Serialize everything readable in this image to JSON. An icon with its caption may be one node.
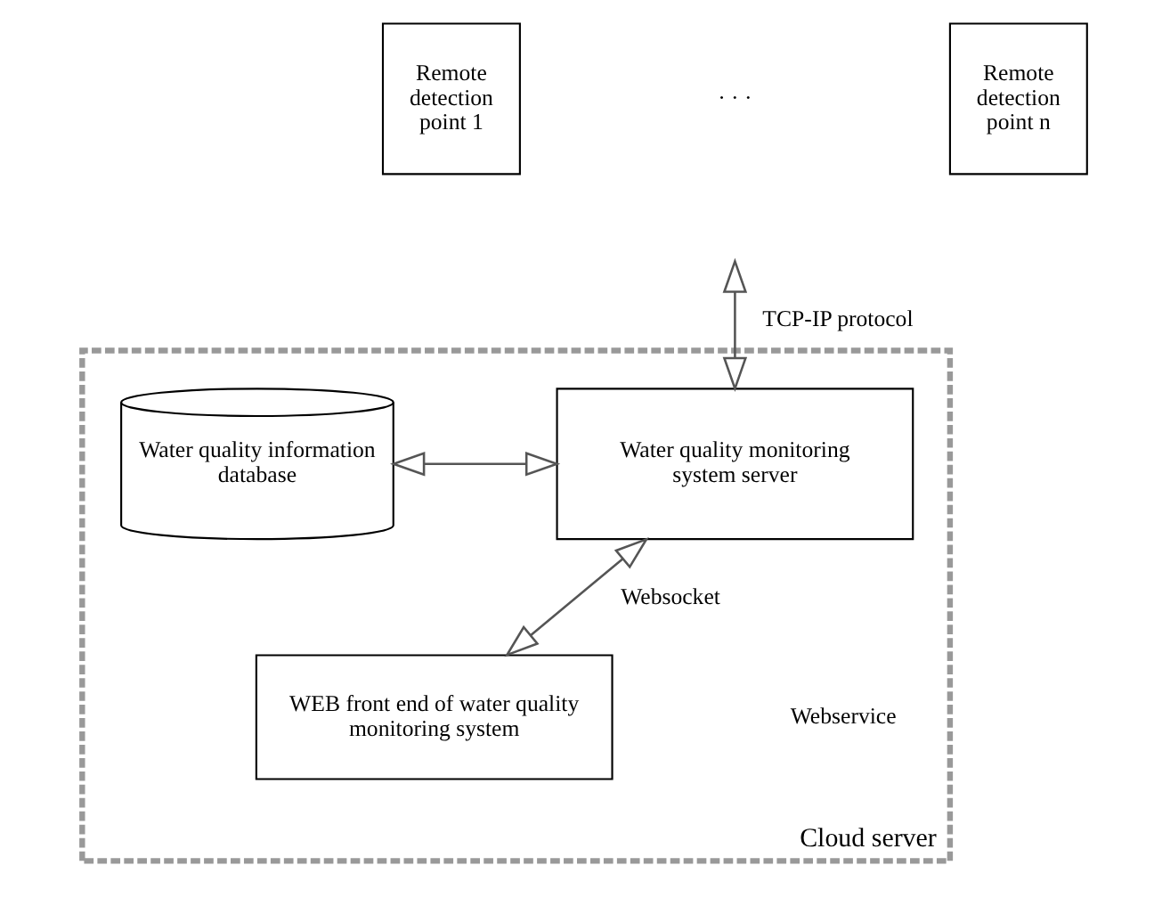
{
  "diagram": {
    "nodes": [
      {
        "text": [
          "Remote detection point 1"
        ]
      },
      {
        "text": [
          "Remote detection point n"
        ]
      },
      {
        "text": [
          "Cloud server"
        ]
      },
      {
        "text": [
          "Water quality monitoring system server"
        ],
        "in": 2
      },
      {
        "text": [
          "Water quality information database"
        ],
        "in": 2
      },
      {
        "text": [
          "WEB front end of water quality monitoring system"
        ],
        "in": 2
      }
    ],
    "edges": [
      {
        "from": null,
        "to": 3,
        "arrow": "both",
        "label": "TCP-IP protocol"
      },
      {
        "from": 3,
        "to": 4,
        "arrow": "both"
      },
      {
        "from": 3,
        "to": 5,
        "arrow": "both",
        "label": "Websocket"
      }
    ],
    "labels": [
      "· · ·",
      "Webservice"
    ]
  }
}
